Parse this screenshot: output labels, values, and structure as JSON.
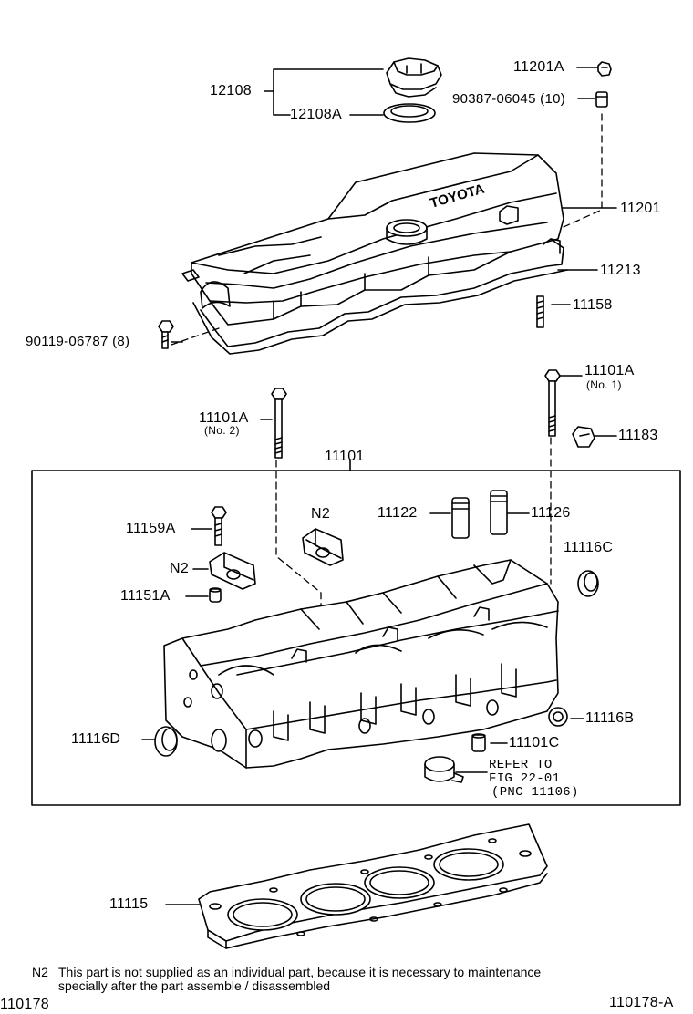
{
  "labels": {
    "p12108": "12108",
    "p12108a": "12108A",
    "p11201a": "11201A",
    "p90387": "90387-06045 (10)",
    "p11201": "11201",
    "p11213": "11213",
    "p11158": "11158",
    "p90119": "90119-06787 (8)",
    "p11101a_no1": "11101A",
    "p11101a_no1_sub": "(No. 1)",
    "p11101a_no2": "11101A",
    "p11101a_no2_sub": "(No. 2)",
    "p11183": "11183",
    "p11101": "11101",
    "p11122": "11122",
    "p11126": "11126",
    "n2_top": "N2",
    "p11159a": "11159A",
    "p11116c": "11116C",
    "n2_left": "N2",
    "p11151a": "11151A",
    "p11116b": "11116B",
    "p11116d": "11116D",
    "p11101c": "11101C",
    "refer1": "REFER TO",
    "refer2": "FIG 22-01",
    "refer3": "(PNC 11106)",
    "p11115": "11115",
    "cover_text": "TOYOTA"
  },
  "footnote": {
    "mark": "N2",
    "line1": "This part is not supplied as an individual part, because it is necessary to maintenance",
    "line2": "specially after the part assemble / disassembled"
  },
  "footer": {
    "left_id": "110178",
    "right_id": "110178-A"
  }
}
